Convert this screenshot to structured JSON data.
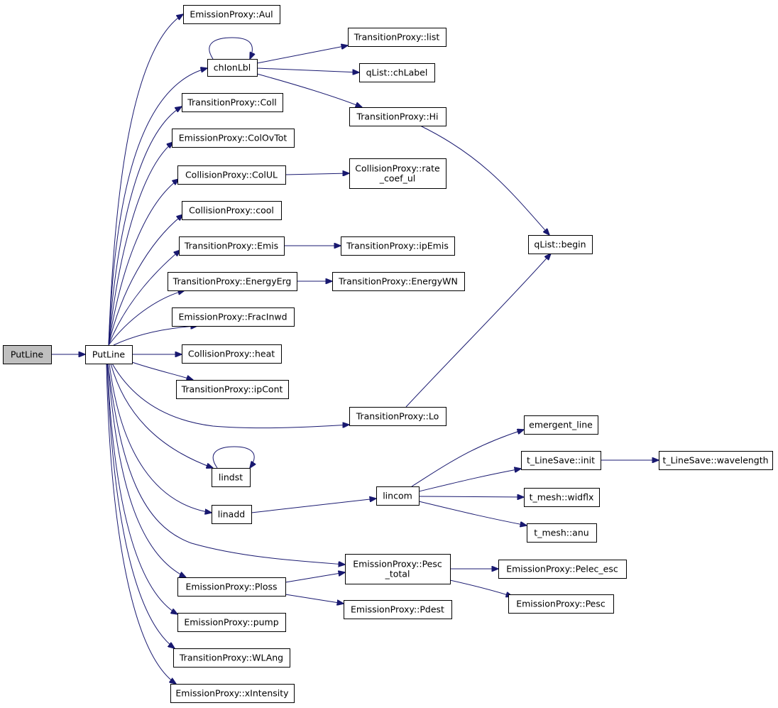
{
  "diagram": {
    "type": "call-graph",
    "colors": {
      "edge": "#191970",
      "node_border": "#000000",
      "node_fill": "#ffffff",
      "root_fill": "#bfbfbf"
    },
    "nodes": [
      {
        "id": "n_root",
        "lines": [
          "PutLine"
        ],
        "root": true
      },
      {
        "id": "n_putline",
        "lines": [
          "PutLine"
        ]
      },
      {
        "id": "n_aul",
        "lines": [
          "EmissionProxy::Aul"
        ]
      },
      {
        "id": "n_chionlbl",
        "lines": [
          "chIonLbl"
        ]
      },
      {
        "id": "n_coll",
        "lines": [
          "TransitionProxy::Coll"
        ]
      },
      {
        "id": "n_colovtot",
        "lines": [
          "EmissionProxy::ColOvTot"
        ]
      },
      {
        "id": "n_colul",
        "lines": [
          "CollisionProxy::ColUL"
        ]
      },
      {
        "id": "n_cool",
        "lines": [
          "CollisionProxy::cool"
        ]
      },
      {
        "id": "n_emis",
        "lines": [
          "TransitionProxy::Emis"
        ]
      },
      {
        "id": "n_energyerg",
        "lines": [
          "TransitionProxy::EnergyErg"
        ]
      },
      {
        "id": "n_fracinwd",
        "lines": [
          "EmissionProxy::FracInwd"
        ]
      },
      {
        "id": "n_heat",
        "lines": [
          "CollisionProxy::heat"
        ]
      },
      {
        "id": "n_ipcont",
        "lines": [
          "TransitionProxy::ipCont"
        ]
      },
      {
        "id": "n_lo",
        "lines": [
          "TransitionProxy::Lo"
        ]
      },
      {
        "id": "n_lindst",
        "lines": [
          "lindst"
        ]
      },
      {
        "id": "n_linadd",
        "lines": [
          "linadd"
        ]
      },
      {
        "id": "n_pesc_total",
        "lines": [
          "EmissionProxy::Pesc",
          "_total"
        ]
      },
      {
        "id": "n_ploss",
        "lines": [
          "EmissionProxy::Ploss"
        ]
      },
      {
        "id": "n_pump",
        "lines": [
          "EmissionProxy::pump"
        ]
      },
      {
        "id": "n_wlang",
        "lines": [
          "TransitionProxy::WLAng"
        ]
      },
      {
        "id": "n_xintensity",
        "lines": [
          "EmissionProxy::xIntensity"
        ]
      },
      {
        "id": "n_list",
        "lines": [
          "TransitionProxy::list"
        ]
      },
      {
        "id": "n_chlabel",
        "lines": [
          "qList::chLabel"
        ]
      },
      {
        "id": "n_hi",
        "lines": [
          "TransitionProxy::Hi"
        ]
      },
      {
        "id": "n_rate",
        "lines": [
          "CollisionProxy::rate",
          "_coef_ul"
        ]
      },
      {
        "id": "n_ipemis",
        "lines": [
          "TransitionProxy::ipEmis"
        ]
      },
      {
        "id": "n_energywn",
        "lines": [
          "TransitionProxy::EnergyWN"
        ]
      },
      {
        "id": "n_begin",
        "lines": [
          "qList::begin"
        ]
      },
      {
        "id": "n_lincom",
        "lines": [
          "lincom"
        ]
      },
      {
        "id": "n_emergent",
        "lines": [
          "emergent_line"
        ]
      },
      {
        "id": "n_init",
        "lines": [
          "t_LineSave::init"
        ]
      },
      {
        "id": "n_wavelength",
        "lines": [
          "t_LineSave::wavelength"
        ]
      },
      {
        "id": "n_widflx",
        "lines": [
          "t_mesh::widflx"
        ]
      },
      {
        "id": "n_anu",
        "lines": [
          "t_mesh::anu"
        ]
      },
      {
        "id": "n_pdest",
        "lines": [
          "EmissionProxy::Pdest"
        ]
      },
      {
        "id": "n_pelec",
        "lines": [
          "EmissionProxy::Pelec_esc"
        ]
      },
      {
        "id": "n_pesc",
        "lines": [
          "EmissionProxy::Pesc"
        ]
      }
    ],
    "edges": [
      {
        "from": "n_root",
        "to": "n_putline"
      },
      {
        "from": "n_putline",
        "to": "n_aul"
      },
      {
        "from": "n_putline",
        "to": "n_chionlbl"
      },
      {
        "from": "n_putline",
        "to": "n_coll"
      },
      {
        "from": "n_putline",
        "to": "n_colovtot"
      },
      {
        "from": "n_putline",
        "to": "n_colul"
      },
      {
        "from": "n_putline",
        "to": "n_cool"
      },
      {
        "from": "n_putline",
        "to": "n_emis"
      },
      {
        "from": "n_putline",
        "to": "n_energyerg"
      },
      {
        "from": "n_putline",
        "to": "n_fracinwd"
      },
      {
        "from": "n_putline",
        "to": "n_heat"
      },
      {
        "from": "n_putline",
        "to": "n_ipcont"
      },
      {
        "from": "n_putline",
        "to": "n_lo"
      },
      {
        "from": "n_putline",
        "to": "n_lindst"
      },
      {
        "from": "n_putline",
        "to": "n_linadd"
      },
      {
        "from": "n_putline",
        "to": "n_pesc_total"
      },
      {
        "from": "n_putline",
        "to": "n_ploss"
      },
      {
        "from": "n_putline",
        "to": "n_pump"
      },
      {
        "from": "n_putline",
        "to": "n_wlang"
      },
      {
        "from": "n_putline",
        "to": "n_xintensity"
      },
      {
        "from": "n_chionlbl",
        "to": "n_chionlbl"
      },
      {
        "from": "n_chionlbl",
        "to": "n_list"
      },
      {
        "from": "n_chionlbl",
        "to": "n_chlabel"
      },
      {
        "from": "n_chionlbl",
        "to": "n_hi"
      },
      {
        "from": "n_colul",
        "to": "n_rate"
      },
      {
        "from": "n_emis",
        "to": "n_ipemis"
      },
      {
        "from": "n_energyerg",
        "to": "n_energywn"
      },
      {
        "from": "n_hi",
        "to": "n_begin"
      },
      {
        "from": "n_lo",
        "to": "n_begin"
      },
      {
        "from": "n_lindst",
        "to": "n_lindst"
      },
      {
        "from": "n_linadd",
        "to": "n_lincom"
      },
      {
        "from": "n_lincom",
        "to": "n_emergent"
      },
      {
        "from": "n_lincom",
        "to": "n_init"
      },
      {
        "from": "n_lincom",
        "to": "n_widflx"
      },
      {
        "from": "n_lincom",
        "to": "n_anu"
      },
      {
        "from": "n_init",
        "to": "n_wavelength"
      },
      {
        "from": "n_ploss",
        "to": "n_pesc_total"
      },
      {
        "from": "n_ploss",
        "to": "n_pdest"
      },
      {
        "from": "n_pesc_total",
        "to": "n_pelec"
      },
      {
        "from": "n_pesc_total",
        "to": "n_pesc"
      }
    ]
  }
}
